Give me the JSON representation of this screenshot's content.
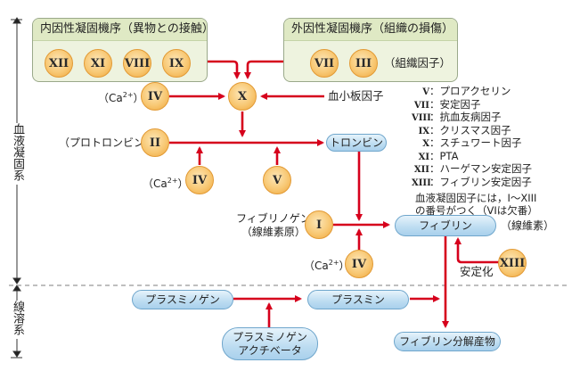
{
  "side_labels": {
    "coagulation": "血液凝固系",
    "fibrinolysis": "線溶系"
  },
  "groups": {
    "intrinsic": {
      "title": "内因性凝固機序（異物との接触）",
      "factors": [
        "XII",
        "XI",
        "VIII",
        "IX"
      ]
    },
    "extrinsic": {
      "title": "外因性凝固機序（組織の損傷）",
      "factors": [
        "VII",
        "III"
      ],
      "note": "（組織因子）"
    }
  },
  "nodes": {
    "factor_x": "X",
    "factor_iv_top": "IV",
    "ca_top": "（Ca",
    "ca_sup": "2+",
    "ca_close": "）",
    "platelet_factor": "血小板因子",
    "factor_ii": "II",
    "prothrombin": "（プロトロンビン）",
    "factor_iv_mid": "IV",
    "factor_v": "V",
    "thrombin": "トロンビン",
    "fibrinogen_line1": "フィブリノゲン",
    "fibrinogen_line2": "（線維素原）",
    "factor_i": "I",
    "factor_iv_low": "IV",
    "fibrin": "フィブリン",
    "fibrin_note": "（線維素）",
    "factor_xiii": "XIII",
    "stabilization": "安定化",
    "plasminogen": "プラスミノゲン",
    "plasmin": "プラスミン",
    "activator_line1": "プラスミノゲン",
    "activator_line2": "アクチベータ",
    "fdp": "フィブリン分解産物"
  },
  "legend": {
    "items": [
      {
        "num": "V",
        "text": "：プロアクセリン"
      },
      {
        "num": "VII",
        "text": "：安定因子"
      },
      {
        "num": "VIII",
        "text": "：抗血友病因子"
      },
      {
        "num": "IX",
        "text": "：クリスマス因子"
      },
      {
        "num": "X",
        "text": "：スチュワート因子"
      },
      {
        "num": "XI",
        "text": "：PTA"
      },
      {
        "num": "XII",
        "text": "：ハーゲマン安定因子"
      },
      {
        "num": "XIII",
        "text": "：フィブリン安定因子"
      }
    ],
    "note_line1": "血液凝固因子には，I～XIII",
    "note_line2": "の番号がつく（VIは欠番）"
  },
  "colors": {
    "arrow": "#d6001c",
    "factor_fill": "#f8c874",
    "pill_fill": "#bcdcf1",
    "group_fill": "#eef3df"
  }
}
